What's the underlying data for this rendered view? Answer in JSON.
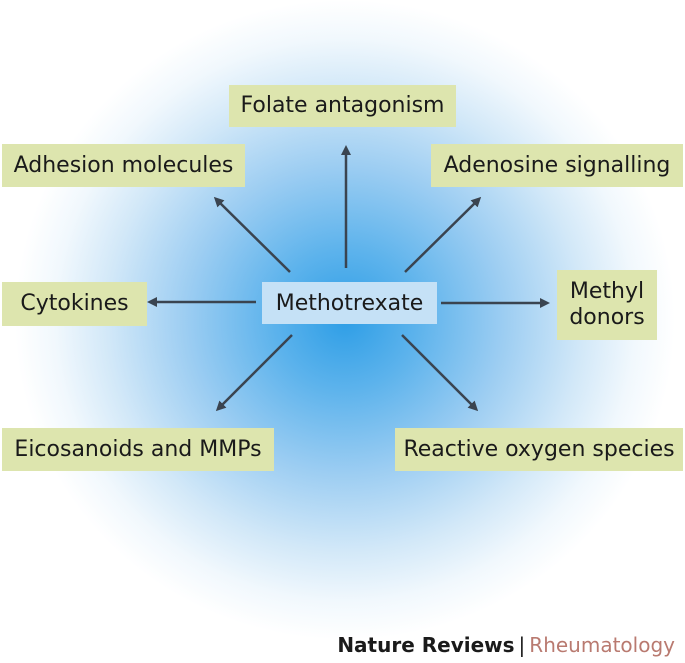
{
  "center": "Methotrexate",
  "mechanisms": {
    "folate": "Folate antagonism",
    "adhesion": "Adhesion molecules",
    "adenosine": "Adenosine signalling",
    "cytokines": "Cytokines",
    "methyl_line1": "Methyl",
    "methyl_line2": "donors",
    "eicosanoids": "Eicosanoids and MMPs",
    "ros": "Reactive oxygen species"
  },
  "footer": {
    "publisher": "Nature Reviews",
    "separator": "|",
    "journal": "Rheumatology"
  },
  "colors": {
    "box": "#dde5ae",
    "center_box": "#c5e1f6",
    "arrow": "#3a4450",
    "journal": "#b97a70"
  }
}
